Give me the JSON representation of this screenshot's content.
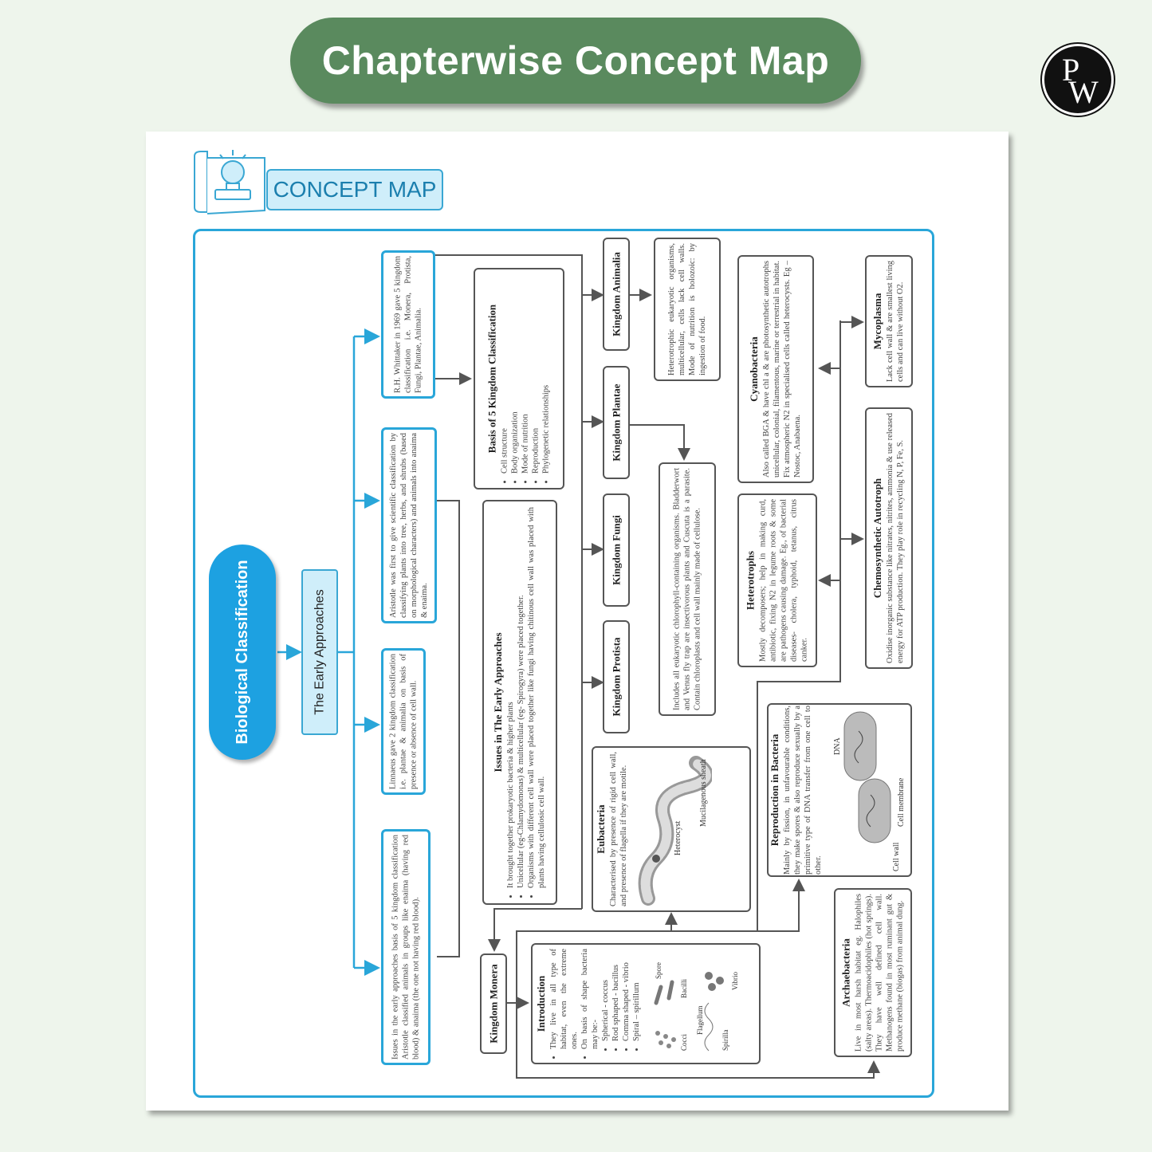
{
  "header": {
    "title": "Chapterwise Concept Map",
    "logo_text_p": "P",
    "logo_text_w": "W"
  },
  "badge": {
    "label": "CONCEPT MAP"
  },
  "root": {
    "label": "Biological Classification"
  },
  "early": {
    "label": "The Early Approaches"
  },
  "approaches": [
    {
      "text": "R.H. Whittaker in 1969 gave 5 kingdom classification i.e. Monera, Protista, Fungi, Plantae, Animalia."
    },
    {
      "text": "Aristotle was first to give scientific classification by classifying plants into tree, herbs, and shrubs (based on morphological characters) and animals into anaima & enaima."
    },
    {
      "text": "Linnaeus gave 2 kingdom classification i.e. plantae & animalia on basis of presence or absence of cell wall."
    },
    {
      "text": "Issues in the early approaches basis of 5 kingdom classification Aristotle classified animals in groups like enaima (having red blood) & anaima (the one not having red blood)."
    }
  ],
  "basis": {
    "title": "Basis of 5 Kingdom Classification",
    "items": [
      "Cell structure",
      "Body organization",
      "Mode of nutrition",
      "Reproduction",
      "Phylogenetic relationships"
    ]
  },
  "issues": {
    "title": "Issues in The Early Approaches",
    "items": [
      "It brought together prokaryotic bacteria & higher plants",
      "Unicellular (eg-Chlamydomonas) & multicellular (eg- Spirogyra) were placed together.",
      "Organisms with different cell wall were placed together like fungi having chitinous cell wall was placed with plants having cellulosic cell wall."
    ]
  },
  "kingdoms": {
    "animalia": "Kingdom Animalia",
    "plantae": "Kingdom Plantae",
    "fungi": "Kingdom Fungi",
    "protista": "Kingdom Protista",
    "monera": "Kingdom Monera"
  },
  "animalia_desc": "Heterotrophic eukaryotic organisms, multicellular, cells lack cell walls. Mode of nutrition is holozoic: by ingestion of food.",
  "plantae_desc": "Includes all eukaryotic chlorophyll-containing organisms. Bladderwort and Venus fly trap are insectivorous plants and Cuscuta is a parasite. Contain chloroplasts and cell wall mainly made of cellulose.",
  "cyanobacteria": {
    "title": "Cyanobacteria",
    "text": "Also called BGA & have chl a & are photosynthetic autotrophs unicellular, colonial, filamentous, marine or terrestrial in habitat. Fix atmospheric N2 in specialised cells called heterocysts. Eg – Nostoc, Anabaena."
  },
  "heterotrophs": {
    "title": "Heterotrophs",
    "text": "Mostly decomposers; help in making curd, antibiotic, fixing N2 in legume roots & some are pathogens causing damage. Eg., of bacterial diseases- cholera, typhoid, tetanus, citrus canker."
  },
  "mycoplasma": {
    "title": "Mycoplasma",
    "text": "Lack cell wall & are smallest living cells and can live without O2."
  },
  "chemo": {
    "title": "Chemosynthetic Autotroph",
    "text": "Oxidise inorganic substance like nitrates, nitrites, ammonia & use released energy for ATP production. They play role in recycling N, P, Fe, S."
  },
  "eubacteria": {
    "title": "Eubacteria",
    "text": "Characterised by presence of rigid cell wall, and presence of flagella if they are motile.",
    "labels": [
      "Heterocyst",
      "Mucilagenous sheath"
    ]
  },
  "reproduction": {
    "title": "Reproduction in Bacteria",
    "text": "Mainly by fission, in unfavourable conditions, they make spores & also reproduce sexually by a primitive type of DNA transfer from one cell to other.",
    "labels": [
      "Cell wall",
      "Cell membrane",
      "DNA"
    ]
  },
  "archaebacteria": {
    "title": "Archaebacteria",
    "text": "Live in most harsh habitat eg. Halophiles (salty areas). Thermoacidophiles (hot springs). They have well defined cell wall. Methanogens found in most ruminant gut & produce methane (biogas) from animal dung."
  },
  "introduction": {
    "title": "Introduction",
    "points": [
      "They live in all type of habitat, even the extreme ones.",
      "On basis of shape bacteria may be:-"
    ],
    "shapes": [
      "Spherical - coccus",
      "Rod sphaped - bacillus",
      "Comma shaped - vibrio",
      "Spiral – spirillum"
    ],
    "labels": [
      "Spore",
      "Bacilli",
      "Vibrio",
      "Cocci",
      "Flagellum",
      "Spirilla"
    ]
  }
}
